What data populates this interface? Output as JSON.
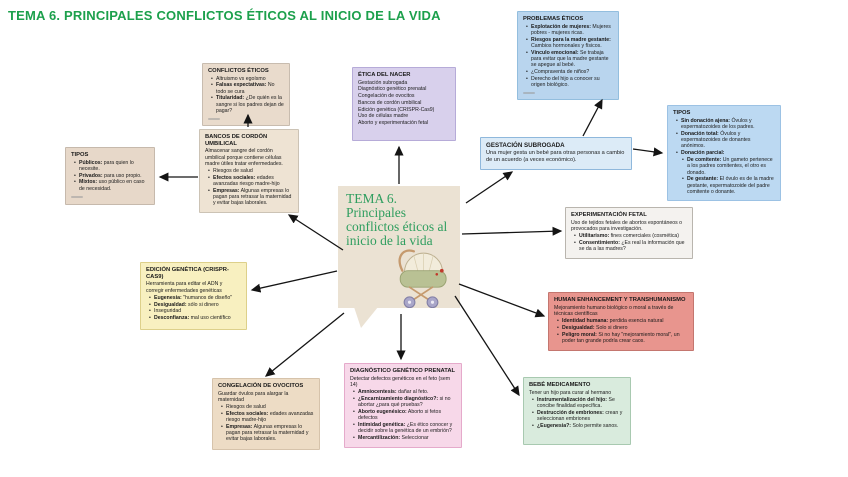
{
  "page": {
    "title": "TEMA 6. PRINCIPALES CONFLICTOS ÉTICOS AL INICIO DE LA VIDA",
    "title_color": "#1ca04c"
  },
  "center_bubble": {
    "title": "TEMA 6. Principales conflictos éticos al inicio de la vida",
    "text_color": "#2f9e5f",
    "background": "#ebe2d3",
    "illustration": "baby-carriage"
  },
  "boxes": {
    "conflictos_eticos": {
      "title": "CONFLICTOS ÉTICOS",
      "color": "#e9dbcc",
      "bullets": [
        "Altruismo vs egoísmo",
        "Falsas expectativas: No todo se cura",
        "Titularidad: ¿De quién es la sangre si los padres dejan de pagar?"
      ]
    },
    "bancos_cordon": {
      "title": "BANCOS DE CORDÓN UMBILICAL",
      "color": "#eee3d3",
      "intro": "Almacenar sangre del cordón umbilical porque contiene células madre útiles tratar enfermedades.",
      "bullets": [
        "Riesgos de salud",
        "Efectos sociales: edades avanzadas riesgo madre-hijo",
        "Empresas: Algunas empresas lo pagan para retrasar la maternidad y evitar bajas laborales."
      ]
    },
    "tipos_bancos": {
      "title": "TIPOS",
      "color": "#e7d8c9",
      "bullets": [
        "Públicos: para quien lo necesite.",
        "Privados: para uso propio.",
        "Mixtos: uso público en caso de necesidad."
      ]
    },
    "etica_del_nacer": {
      "title": "ÉTICA DEL NACER",
      "color": "#d8d0ec",
      "lines": [
        "Gestación subrogada",
        "Diagnóstico genético prenatal",
        "Congelación de ovocitos",
        "Bancos de cordón umbilical",
        "Edición genética (CRISPR-Cas9)",
        "Uso de células madre",
        "Aborto y experimentación fetal"
      ]
    },
    "problemas_eticos": {
      "title": "PROBLEMAS ÉTICOS",
      "color": "#b9d5ee",
      "bullets": [
        "Explotación de mujeres: Mujeres pobres - mujeres ricas.",
        "Riesgos para la madre gestante: Cambios hormonales y físicos.",
        "Vínculo emocional: Se trabaja para evitar que la madre gestante se apegue al bebé.",
        "¿Compraventa de niños?",
        "Derecho del hijo a conocer su origen biológico."
      ]
    },
    "gestacion_subrogada": {
      "title": "GESTACIÓN SUBROGADA",
      "color": "#dcebf7",
      "intro": "Una mujer gesta un bebé para otras personas a cambio de un acuerdo (a veces económico)."
    },
    "tipos_gestacion": {
      "title": "TIPOS",
      "color": "#bcd9f2",
      "bullets": [
        "Sin donación ajena: Óvulos y espermatozoides de los padres.",
        "Donación total: Óvulos y espermatozoides de donantes anónimos.",
        "Donación parcial:"
      ],
      "sub_bullets": [
        "De comitente: Un gameto pertenece a los padres comitentes, el otro es donado.",
        "De gestante: El óvulo es de la madre gestante, espermatozoide del padre comitente o donante."
      ]
    },
    "experimentacion_fetal": {
      "title": "EXPERIMENTACIÓN FETAL",
      "color": "#f4f2ef",
      "intro": "Uso de tejidos fetales de abortos espontáneos o provocados para investigación.",
      "bullets": [
        "Utilitarismo: fines comerciales (cosmética)",
        "Consentimiento: ¿Es real la información que se da a las madres?"
      ]
    },
    "human_enhancement": {
      "title": "HUMAN ENHANCEMENT Y TRANSHUMANISMO",
      "color": "#e8958e",
      "intro": "Mejoramiento humano biológico o moral a través de técnicas científicas",
      "bullets": [
        "Identidad humana: perdida esencia natural",
        "Desigualdad: Solo si dinero",
        "Peligro moral: Si no hay \"mejoramiento moral\", un poder tan grande podría crear caos."
      ]
    },
    "bebe_medicamento": {
      "title": "BEBÉ MEDICAMENTO",
      "color": "#d9ebdd",
      "intro": "Tener un hijo para curar al hermano",
      "bullets": [
        "Instrumentalización del hijo: Se concibe finalidad específica.",
        "Destrucción de embriones: crean y seleccionan embriones",
        "¿Eugenesia?: Solo permite sanos."
      ]
    },
    "diagnostico_prenatal": {
      "title": "DIAGNÓSTICO GENÉTICO PRENATAL",
      "color": "#f7d8e9",
      "intro": "Detectar defectos genéticos en el feto (sem 14)",
      "bullets": [
        "Amniocentesis: dañar al feto.",
        "¿Encarnizamiento diagnóstico?: si no abortar ¿para qué pruebas?",
        "Aborto eugenésico: Aborto si fetos defectos",
        "Intimidad genética: ¿Es ético conocer y decidir sobre la genética de un embrión?",
        "Mercantilización: Seleccionar"
      ]
    },
    "congelacion_ovocitos": {
      "title": "CONGELACIÓN DE OVOCITOS",
      "color": "#eddcc5",
      "intro": "Guardar óvulos para alargar la maternidad",
      "bullets": [
        "Riesgos de salud",
        "Efectos sociales: edades avanzadas riesgo madre-hijo",
        "Empresas: Algunas empresas lo pagan para retrasar la maternidad y evitar bajas laborales."
      ]
    },
    "edicion_genetica": {
      "title": "EDICIÓN GENÉTICA (CRISPR-CAS9)",
      "color": "#f8f0c0",
      "intro": "Herramienta para editar el ADN y corregir enfermedades genéticas",
      "bullets": [
        "Eugenesia: \"humanos de diseño\"",
        "Desigualdad: sólo si dinero",
        "Inseguridad",
        "Desconfianza: mal uso científico"
      ]
    }
  }
}
